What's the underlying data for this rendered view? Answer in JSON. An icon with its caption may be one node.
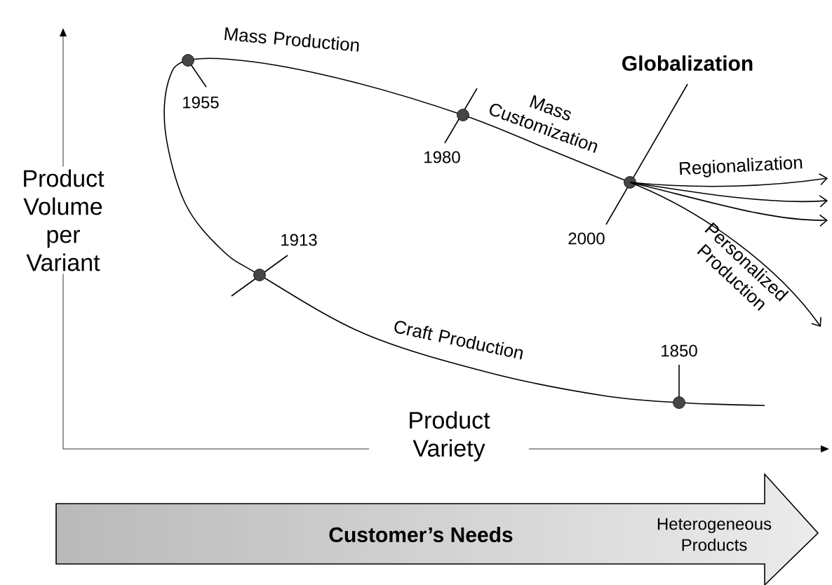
{
  "diagram": {
    "nodes": [
      {
        "text": [
          "Customer’s Needs",
          "Heterogeneous Products"
        ]
      }
    ],
    "labels": [
      "Mass Production",
      "Globalization",
      "Product Volume per Variant",
      "1955",
      "Mass Customization",
      "1980",
      "Regionalization",
      "1913",
      "2000",
      "Personalized Production",
      "Craft Production",
      "1850",
      "Product Variety"
    ]
  }
}
